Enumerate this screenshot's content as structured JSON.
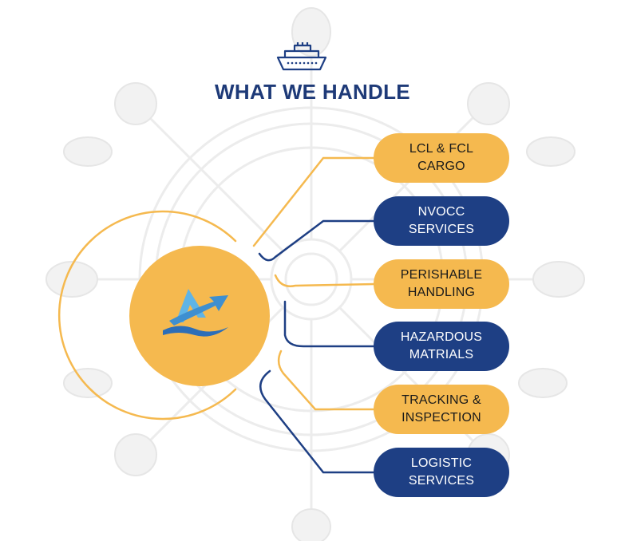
{
  "title": "WHAT WE HANDLE",
  "colors": {
    "navy": "#1e3f84",
    "gold": "#f5b94f",
    "title": "#1e3a78",
    "watermark": "#ececec"
  },
  "icons": {
    "header": "ship-icon",
    "hub": "company-logo",
    "background": "ship-wheel-watermark"
  },
  "services": [
    {
      "label": "LCL & FCL CARGO",
      "style": "gold"
    },
    {
      "label": "NVOCC\nSERVICES",
      "style": "navy"
    },
    {
      "label": "PERISHABLE\nHANDLING",
      "style": "gold"
    },
    {
      "label": "HAZARDOUS\nMATRIALS",
      "style": "navy"
    },
    {
      "label": "TRACKING &\nINSPECTION",
      "style": "gold"
    },
    {
      "label": "LOGISTIC\nSERVICES",
      "style": "navy"
    }
  ]
}
